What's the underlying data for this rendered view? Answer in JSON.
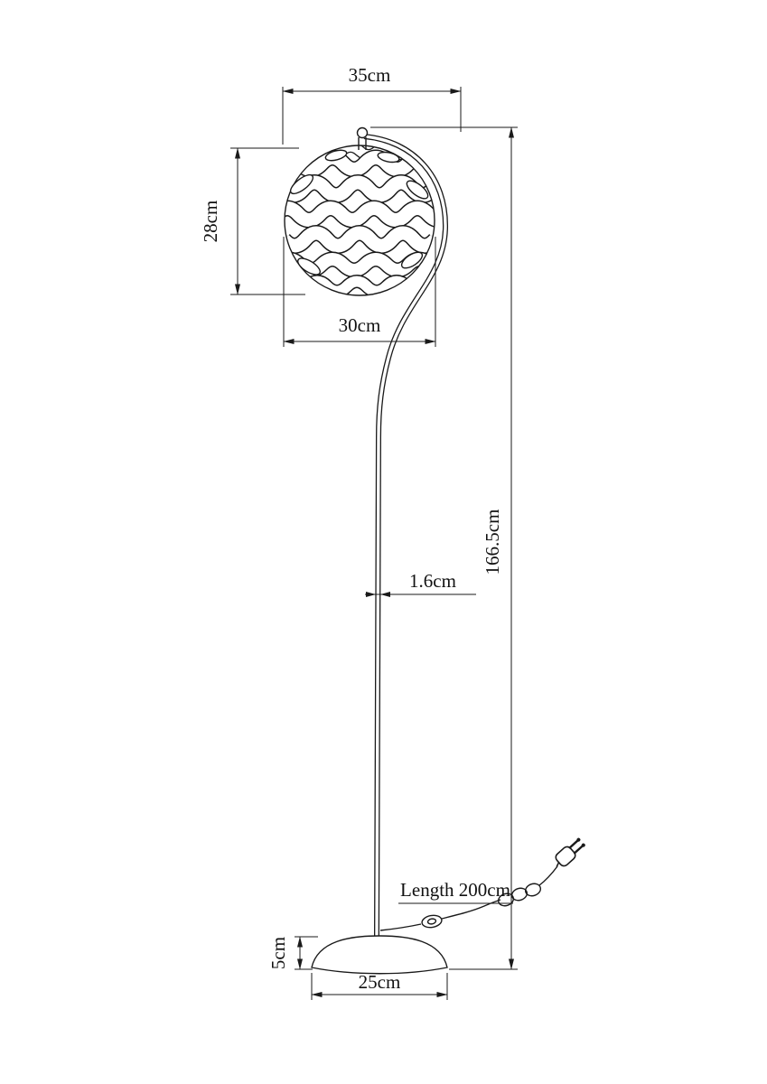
{
  "diagram": {
    "labels": {
      "shade_outer_width": "35cm",
      "shade_height": "28cm",
      "shade_width": "30cm",
      "pole_diameter": "1.6cm",
      "total_height": "166.5cm",
      "cord_length": "Length 200cm",
      "base_height": "5cm",
      "base_width": "25cm"
    },
    "colors": {
      "line": "#1a1a1a",
      "background": "#ffffff"
    }
  }
}
